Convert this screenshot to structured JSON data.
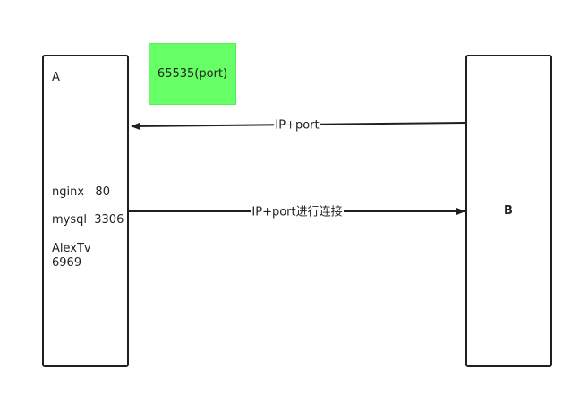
{
  "node_a": {
    "label": "A",
    "services": [
      {
        "line1": "nginx   80"
      },
      {
        "line1": "mysql  3306"
      },
      {
        "line1": "AlexTv",
        "line2": "6969"
      }
    ]
  },
  "node_b": {
    "label": "B"
  },
  "port_note": {
    "text": "65535(port)",
    "color": "#66ff66"
  },
  "edges": {
    "b_to_a": {
      "label": "IP+port"
    },
    "a_to_b": {
      "label": "IP+port进行连接"
    }
  },
  "colors": {
    "stroke": "#1f1f1f",
    "text": "#222222"
  }
}
